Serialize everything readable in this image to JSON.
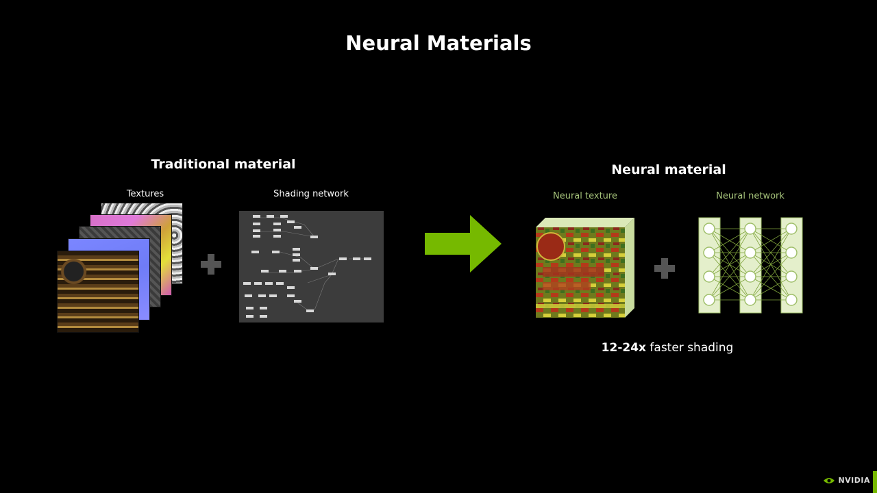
{
  "slide": {
    "title": "Neural Materials"
  },
  "traditional": {
    "heading": "Traditional material",
    "textures_label": "Textures",
    "shading_label": "Shading network"
  },
  "neural": {
    "heading": "Neural material",
    "texture_label": "Neural texture",
    "network_label": "Neural network",
    "speedup_value": "12-24x",
    "speedup_text": " faster shading"
  },
  "branding": {
    "logo_text": "NVIDIA"
  },
  "colors": {
    "background": "#000000",
    "arrow": "#76b900",
    "accent_green": "#a5c27a",
    "plus": "#555555"
  },
  "icons": {
    "plus": "plus-icon",
    "arrow": "right-arrow-icon",
    "logo": "nvidia-eye-icon"
  }
}
